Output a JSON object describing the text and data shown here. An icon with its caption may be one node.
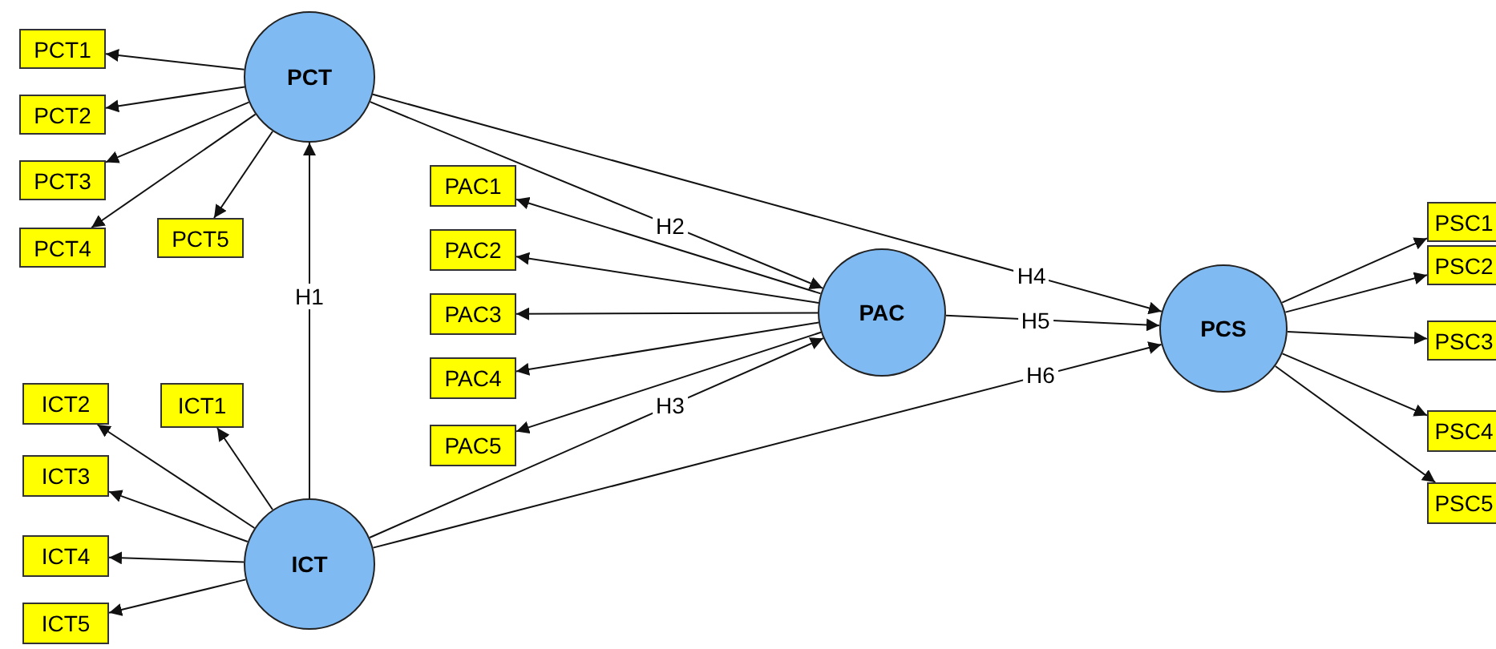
{
  "diagram": {
    "nodes": [
      {
        "text": [
          "PCT1"
        ]
      },
      {
        "text": [
          "PCT2"
        ]
      },
      {
        "text": [
          "PCT3"
        ]
      },
      {
        "text": [
          "PCT4"
        ]
      },
      {
        "text": [
          "PCT"
        ]
      },
      {
        "text": [
          "PCT5"
        ]
      },
      {
        "text": [
          "PAC1"
        ]
      },
      {
        "text": [
          "PAC2"
        ]
      },
      {
        "text": [
          "PAC3"
        ]
      },
      {
        "text": [
          "PAC4"
        ]
      },
      {
        "text": [
          "PAC5"
        ]
      },
      {
        "text": [
          "PAC"
        ]
      },
      {
        "text": [
          "PCS"
        ]
      },
      {
        "text": [
          "PSC1"
        ]
      },
      {
        "text": [
          "PSC2"
        ]
      },
      {
        "text": [
          "PSC3"
        ]
      },
      {
        "text": [
          "PSC4"
        ]
      },
      {
        "text": [
          "PSC5"
        ]
      },
      {
        "text": [
          "ICT2"
        ]
      },
      {
        "text": [
          "ICT1"
        ]
      },
      {
        "text": [
          "ICT3"
        ]
      },
      {
        "text": [
          "ICT4"
        ]
      },
      {
        "text": [
          "ICT5"
        ]
      },
      {
        "text": [
          "ICT"
        ]
      }
    ],
    "edges": [
      {
        "from": 4,
        "to": 0,
        "arrow": "to"
      },
      {
        "from": 4,
        "to": 1,
        "arrow": "to"
      },
      {
        "from": 4,
        "to": 2,
        "arrow": "to"
      },
      {
        "from": 4,
        "to": 3,
        "arrow": "to"
      },
      {
        "from": 4,
        "to": 5,
        "arrow": "to"
      },
      {
        "from": 11,
        "to": 6,
        "arrow": "to"
      },
      {
        "from": 11,
        "to": 7,
        "arrow": "to"
      },
      {
        "from": 11,
        "to": 8,
        "arrow": "to"
      },
      {
        "from": 11,
        "to": 9,
        "arrow": "to"
      },
      {
        "from": 11,
        "to": 10,
        "arrow": "to"
      },
      {
        "from": 12,
        "to": 13,
        "arrow": "to"
      },
      {
        "from": 12,
        "to": 14,
        "arrow": "to"
      },
      {
        "from": 12,
        "to": 15,
        "arrow": "to"
      },
      {
        "from": 12,
        "to": 16,
        "arrow": "to"
      },
      {
        "from": 12,
        "to": 17,
        "arrow": "to"
      },
      {
        "from": 23,
        "to": 18,
        "arrow": "to"
      },
      {
        "from": 23,
        "to": 19,
        "arrow": "to"
      },
      {
        "from": 23,
        "to": 20,
        "arrow": "to"
      },
      {
        "from": 23,
        "to": 21,
        "arrow": "to"
      },
      {
        "from": 23,
        "to": 22,
        "arrow": "to"
      },
      {
        "from": 23,
        "to": 4,
        "label": "H1",
        "arrow": "to"
      },
      {
        "from": 4,
        "to": 11,
        "label": "H2",
        "arrow": "to"
      },
      {
        "from": 23,
        "to": 11,
        "label": "H3",
        "arrow": "to"
      },
      {
        "from": 4,
        "to": 12,
        "label": "H4",
        "arrow": "to"
      },
      {
        "from": 11,
        "to": 12,
        "label": "H5",
        "arrow": "to"
      },
      {
        "from": 23,
        "to": 12,
        "label": "H6",
        "arrow": "to"
      }
    ]
  }
}
